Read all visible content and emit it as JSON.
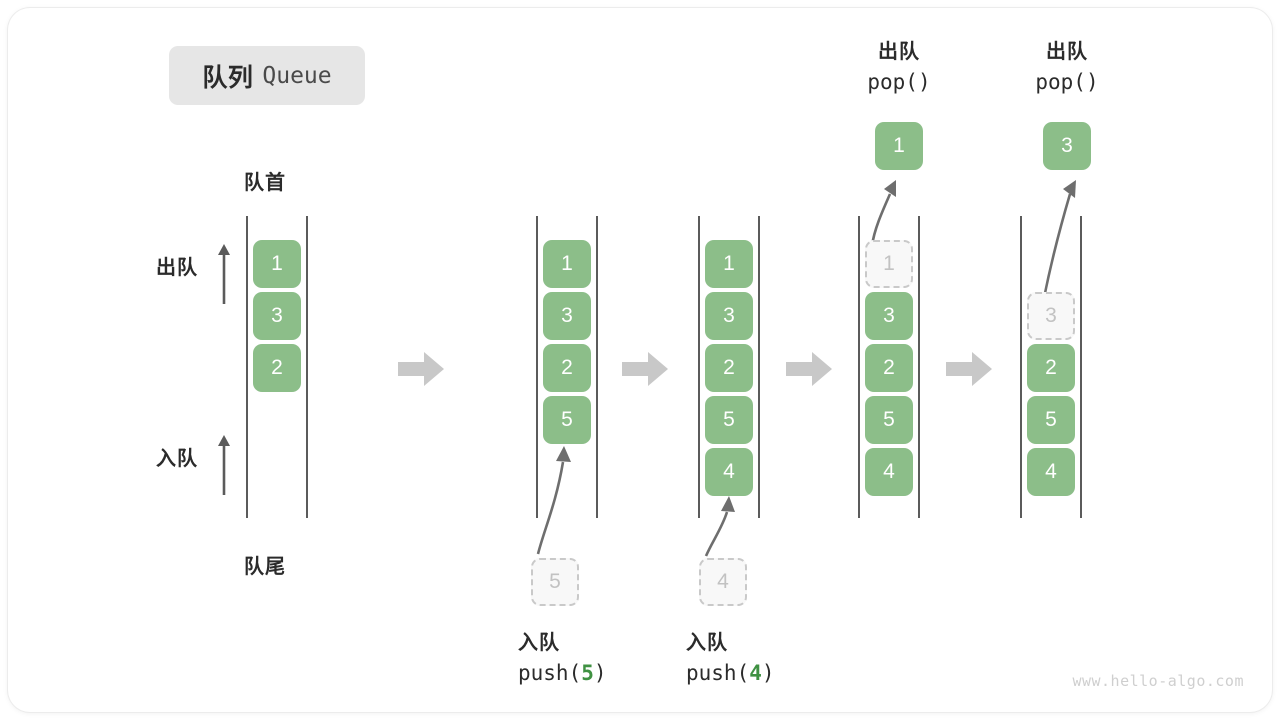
{
  "title": {
    "cn": "队列",
    "en": "Queue"
  },
  "colors": {
    "cell_fill": "#8cbe89",
    "cell_text": "#ffffff",
    "ghost_border": "#c9c9c9",
    "ghost_text": "#c2c2c2",
    "rail": "#5b5b5b",
    "step_arrow": "#c8c8c8",
    "highlight": "#3f9142",
    "badge_bg": "#e6e6e6"
  },
  "annotations": {
    "front": "队首",
    "rear": "队尾",
    "dequeue": "出队",
    "enqueue": "入队"
  },
  "steps": [
    {
      "id": "initial",
      "cells": [
        "1",
        "3",
        "2"
      ],
      "ghost_index": null,
      "capacity": 5
    },
    {
      "id": "push-5",
      "cells": [
        "1",
        "3",
        "2",
        "5"
      ],
      "ghost_index": null,
      "capacity": 5,
      "incoming": {
        "value": "5",
        "cn": "入队",
        "call_prefix": "push(",
        "call_value": "5",
        "call_suffix": ")"
      }
    },
    {
      "id": "push-4",
      "cells": [
        "1",
        "3",
        "2",
        "5",
        "4"
      ],
      "ghost_index": null,
      "capacity": 5,
      "incoming": {
        "value": "4",
        "cn": "入队",
        "call_prefix": "push(",
        "call_value": "4",
        "call_suffix": ")"
      }
    },
    {
      "id": "pop-1",
      "cells": [
        "1",
        "3",
        "2",
        "5",
        "4"
      ],
      "ghost_index": 0,
      "capacity": 5,
      "outgoing": {
        "value": "1",
        "cn": "出队",
        "call_prefix": "pop(",
        "call_value": "",
        "call_suffix": ")"
      }
    },
    {
      "id": "pop-3",
      "cells": [
        "",
        "3",
        "2",
        "5",
        "4"
      ],
      "ghost_index": 1,
      "capacity": 5,
      "outgoing": {
        "value": "3",
        "cn": "出队",
        "call_prefix": "pop(",
        "call_value": "",
        "call_suffix": ")"
      }
    }
  ],
  "watermark": "www.hello-algo.com"
}
